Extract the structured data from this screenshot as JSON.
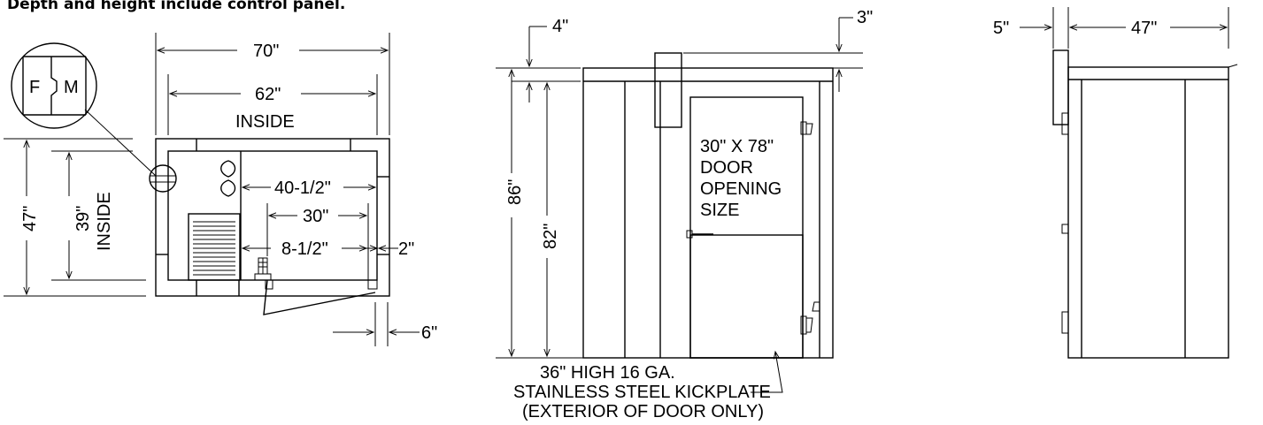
{
  "header_note": "Depth and height include control panel.",
  "plan_view": {
    "outside_width": "70\"",
    "inside_width": "62\"",
    "inside_width_note": "INSIDE",
    "outside_depth": "47\"",
    "inside_depth": "39\"",
    "inside_depth_note": "INSIDE",
    "dim_40_half": "40-1/2\"",
    "dim_30": "30\"",
    "dim_8_half": "8-1/2\"",
    "dim_2": "2\"",
    "dim_6": "6\"",
    "joint_labels": [
      "F",
      "M"
    ]
  },
  "front_view": {
    "top_clearance": "4\"",
    "top_panel": "3\"",
    "overall_height": "86\"",
    "inside_height": "82\"",
    "door_note_lines": [
      "30\" X 78\"",
      "DOOR",
      "OPENING",
      "SIZE"
    ],
    "kickplate_note_lines": [
      "36\" HIGH 16 GA.",
      "STAINLESS STEEL KICKPLATE",
      "(EXTERIOR OF DOOR ONLY)"
    ]
  },
  "side_view": {
    "panel_offset": "5\"",
    "depth": "47\""
  }
}
